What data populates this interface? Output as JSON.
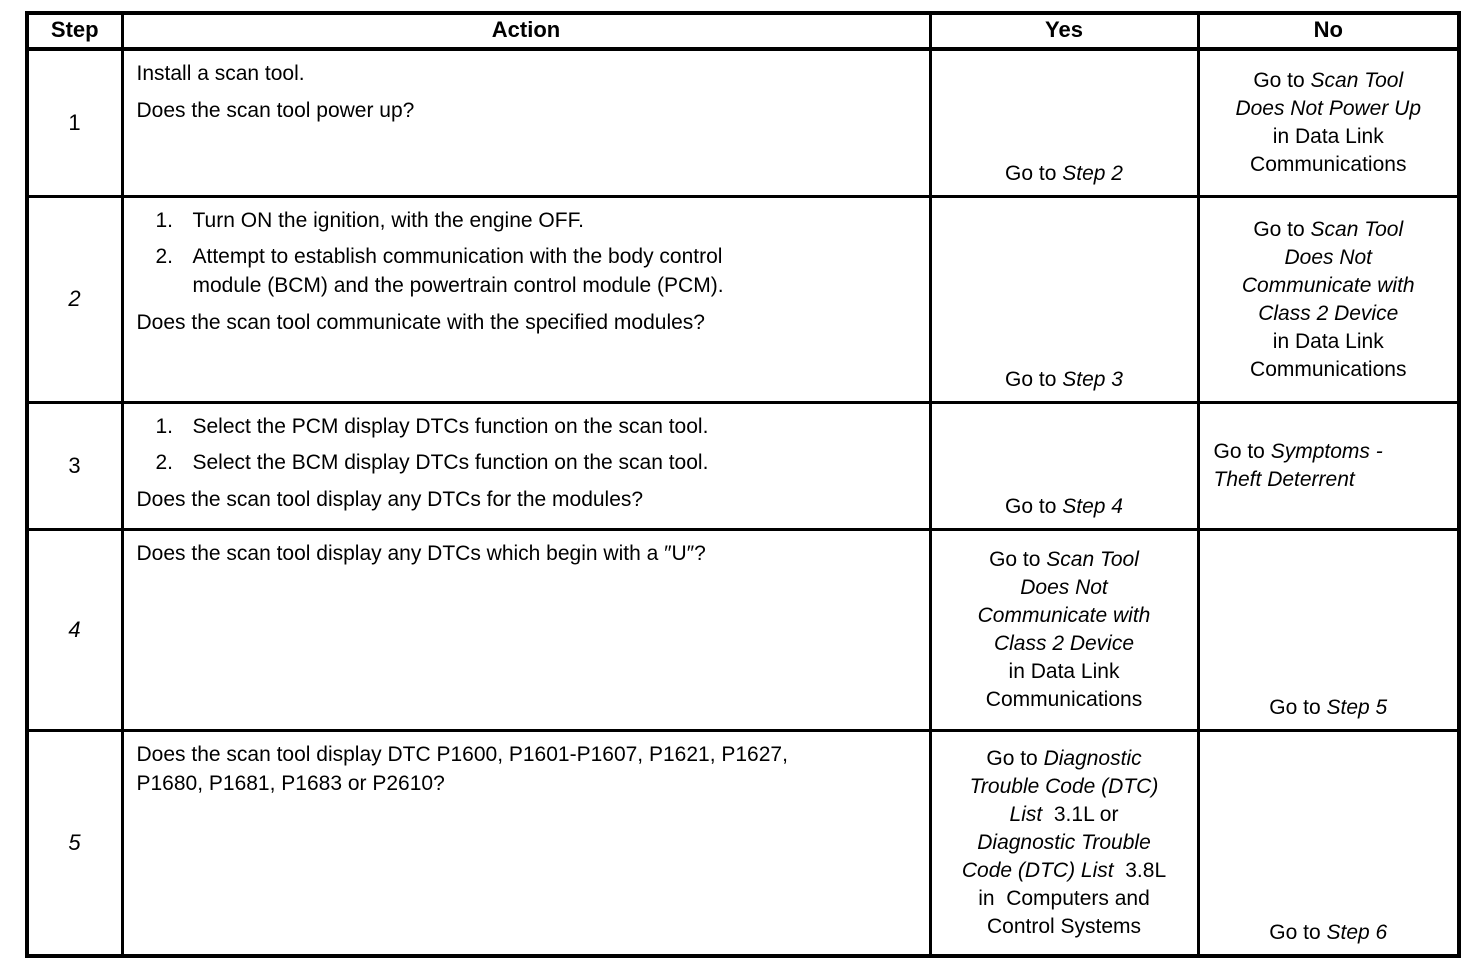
{
  "table": {
    "headers": [
      "Step",
      "Action",
      "Yes",
      "No"
    ],
    "rows": [
      {
        "step": "1",
        "action": {
          "paragraphs": [
            [
              [
                {
                  "t": "Install a scan tool."
                }
              ]
            ]
          ],
          "list": [],
          "question": [
            [
              {
                "t": "Does the scan tool power up?"
              }
            ]
          ]
        },
        "yes": [
          [
            {
              "t": "Go to "
            },
            {
              "t": "Step 2",
              "i": true
            }
          ]
        ],
        "no": [
          [
            {
              "t": "Go to "
            },
            {
              "t": "Scan Tool",
              "i": true
            }
          ],
          [
            {
              "t": "Does Not Power Up",
              "i": true
            }
          ],
          [
            {
              "t": "in Data Link"
            }
          ],
          [
            {
              "t": "Communications"
            }
          ]
        ]
      },
      {
        "step": "2",
        "action": {
          "paragraphs": [],
          "list": [
            {
              "num": "1.",
              "lines": [
                [
                  {
                    "t": "Turn ON the ignition, with the engine OFF."
                  }
                ]
              ]
            },
            {
              "num": "2.",
              "lines": [
                [
                  {
                    "t": "Attempt to establish communication with the body control"
                  }
                ],
                [
                  {
                    "t": "module (BCM) and the powertrain control module (PCM)."
                  }
                ]
              ]
            }
          ],
          "question": [
            [
              {
                "t": "Does the scan tool communicate with the specified modules?"
              }
            ]
          ]
        },
        "yes": [
          [
            {
              "t": "Go to "
            },
            {
              "t": "Step 3",
              "i": true
            }
          ]
        ],
        "no": [
          [
            {
              "t": "Go to "
            },
            {
              "t": "Scan Tool",
              "i": true
            }
          ],
          [
            {
              "t": "Does Not",
              "i": true
            }
          ],
          [
            {
              "t": "Communicate with",
              "i": true
            }
          ],
          [
            {
              "t": "Class 2 Device",
              "i": true
            }
          ],
          [
            {
              "t": "in Data Link"
            }
          ],
          [
            {
              "t": "Communications"
            }
          ]
        ]
      },
      {
        "step": "3",
        "action": {
          "paragraphs": [],
          "list": [
            {
              "num": "1.",
              "lines": [
                [
                  {
                    "t": "Select the PCM display DTCs function on the scan tool."
                  }
                ]
              ]
            },
            {
              "num": "2.",
              "lines": [
                [
                  {
                    "t": "Select the BCM display DTCs function on the scan tool."
                  }
                ]
              ]
            }
          ],
          "question": [
            [
              {
                "t": "Does the scan tool display any DTCs for the modules?"
              }
            ]
          ]
        },
        "yes": [
          [
            {
              "t": "Go to "
            },
            {
              "t": "Step 4",
              "i": true
            }
          ]
        ],
        "no": [
          [
            {
              "t": "Go to "
            },
            {
              "t": "Symptoms -",
              "i": true
            }
          ],
          [
            {
              "t": "Theft Deterrent",
              "i": true
            }
          ]
        ]
      },
      {
        "step": "4",
        "action": {
          "paragraphs": [],
          "list": [],
          "question": [
            [
              {
                "t": "Does the scan tool display any DTCs which begin with a ″U″?"
              }
            ]
          ]
        },
        "yes": [
          [
            {
              "t": "Go to "
            },
            {
              "t": "Scan Tool",
              "i": true
            }
          ],
          [
            {
              "t": "Does Not",
              "i": true
            }
          ],
          [
            {
              "t": "Communicate with",
              "i": true
            }
          ],
          [
            {
              "t": "Class 2 Device",
              "i": true
            }
          ],
          [
            {
              "t": "in Data Link"
            }
          ],
          [
            {
              "t": "Communications"
            }
          ]
        ],
        "no": [
          [
            {
              "t": "Go to "
            },
            {
              "t": "Step 5",
              "i": true
            }
          ]
        ]
      },
      {
        "step": "5",
        "action": {
          "paragraphs": [],
          "list": [],
          "question": [
            [
              {
                "t": "Does the scan tool display DTC P1600, P1601-P1607, P1621, P1627,"
              }
            ],
            [
              {
                "t": "P1680, P1681, P1683 or P2610?"
              }
            ]
          ]
        },
        "yes": [
          [
            {
              "t": "Go to "
            },
            {
              "t": "Diagnostic",
              "i": true
            }
          ],
          [
            {
              "t": "Trouble Code (DTC)",
              "i": true
            }
          ],
          [
            {
              "t": "List",
              "i": true
            },
            {
              "t": "  3.1L or"
            }
          ],
          [
            {
              "t": "Diagnostic Trouble",
              "i": true
            }
          ],
          [
            {
              "t": "Code (DTC) List",
              "i": true
            },
            {
              "t": "  3.8L"
            }
          ],
          [
            {
              "t": "in  Computers and"
            }
          ],
          [
            {
              "t": "Control Systems"
            }
          ]
        ],
        "no": [
          [
            {
              "t": "Go to "
            },
            {
              "t": "Step 6",
              "i": true
            }
          ]
        ]
      }
    ]
  }
}
